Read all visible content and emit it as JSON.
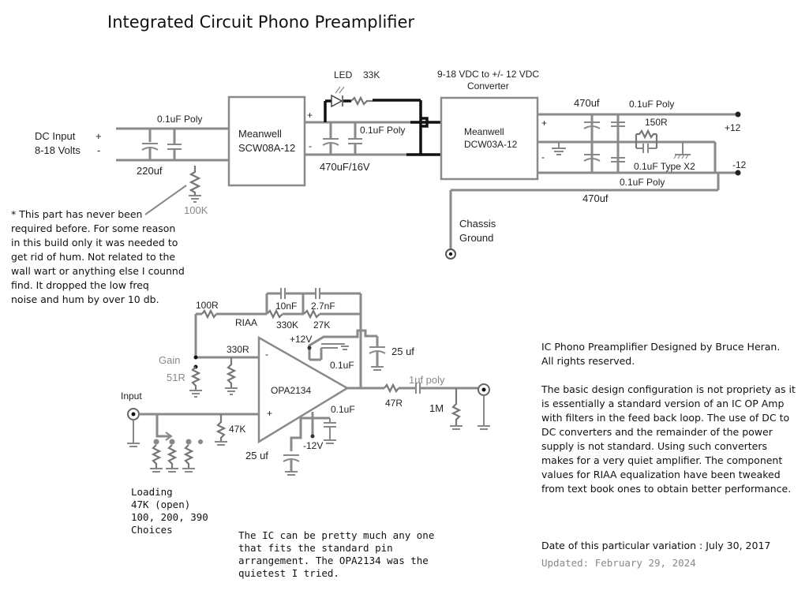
{
  "title": "Integrated Circuit Phono Preamplifier",
  "power_supply": {
    "dc_input_label": "DC Input",
    "dc_input_volts": "8-18 Volts",
    "plus": "+",
    "minus": "-",
    "input_cap_poly": "0.1uF Poly",
    "input_cap_elec": "220uf",
    "hum_resistor": "100K",
    "converter1_name": "Meanwell",
    "converter1_model": "SCW08A-12",
    "led_label": "LED",
    "led_resistor": "33K",
    "mid_cap_poly": "0.1uF Poly",
    "mid_cap_elec": "470uF/16V",
    "converter2_heading_line1": "9-18 VDC to +/- 12 VDC",
    "converter2_heading_line2": "Converter",
    "converter2_name": "Meanwell",
    "converter2_model": "DCW03A-12",
    "out_cap_elec_top": "470uf",
    "out_cap_poly_top": "0.1uF Poly",
    "ground_resistor": "150R",
    "ground_cap": "0.1uF Type X2",
    "out_cap_poly_bottom": "0.1uF Poly",
    "out_cap_elec_bottom": "470uf",
    "rail_pos": "+12",
    "rail_neg": "-12",
    "chassis_ground_line1": "Chassis",
    "chassis_ground_line2": "Ground"
  },
  "hum_note": [
    "* This part has never been",
    "required before.  For some reason",
    "in this build only it was needed to",
    "get rid of hum.  Not related to the",
    "wall wart or anything else I counnd",
    "find.  It dropped the low freq",
    "noise and hum by over 10 db."
  ],
  "amplifier": {
    "r_feedback_in": "100R",
    "riaa_label": "RIAA",
    "c_riaa1": "10nF",
    "c_riaa2": "2.7nF",
    "r_riaa1": "330K",
    "r_riaa2": "27K",
    "v_pos": "+12V",
    "v_neg": "-12V",
    "r_gain_series": "330R",
    "gain_label": "Gain",
    "r_gain": "51R",
    "decoupling_top": "0.1uF",
    "decoupling_bottom": "0.1uF",
    "bulk_cap_top": "25 uf",
    "bulk_cap_bottom": "25 uf",
    "opamp": "OPA2134",
    "inv": "-",
    "noninv": "+",
    "input_label": "Input",
    "r_load": "47K",
    "r_out": "47R",
    "c_out": "1uf poly",
    "r_out_shunt": "1M"
  },
  "loading_note": [
    "Loading",
    "47K (open)",
    "100, 200, 390",
    "Choices"
  ],
  "ic_note": [
    "The IC can be pretty much any one",
    "that fits the standard pin",
    "arrangement.  The OPA2134 was the",
    "quietest I tried."
  ],
  "credit": [
    "IC Phono Preamplifier Designed by Bruce Heran.",
    "All rights reserved."
  ],
  "design_note": [
    "The basic design configuration is not propriety as it",
    "is essentially a standard version of an IC OP Amp",
    "with filters in the feed back loop.  The use of DC to",
    "DC converters and the remainder of the power",
    "supply is not standard.  Using such converters",
    "makes for a very quiet amplifier.  The component",
    "values for RIAA equalization have been tweaked",
    "from text book ones to obtain better performance."
  ],
  "date_line": "Date of this particular variation : July 30, 2017",
  "updated_line": "Updated: February 29, 2024"
}
